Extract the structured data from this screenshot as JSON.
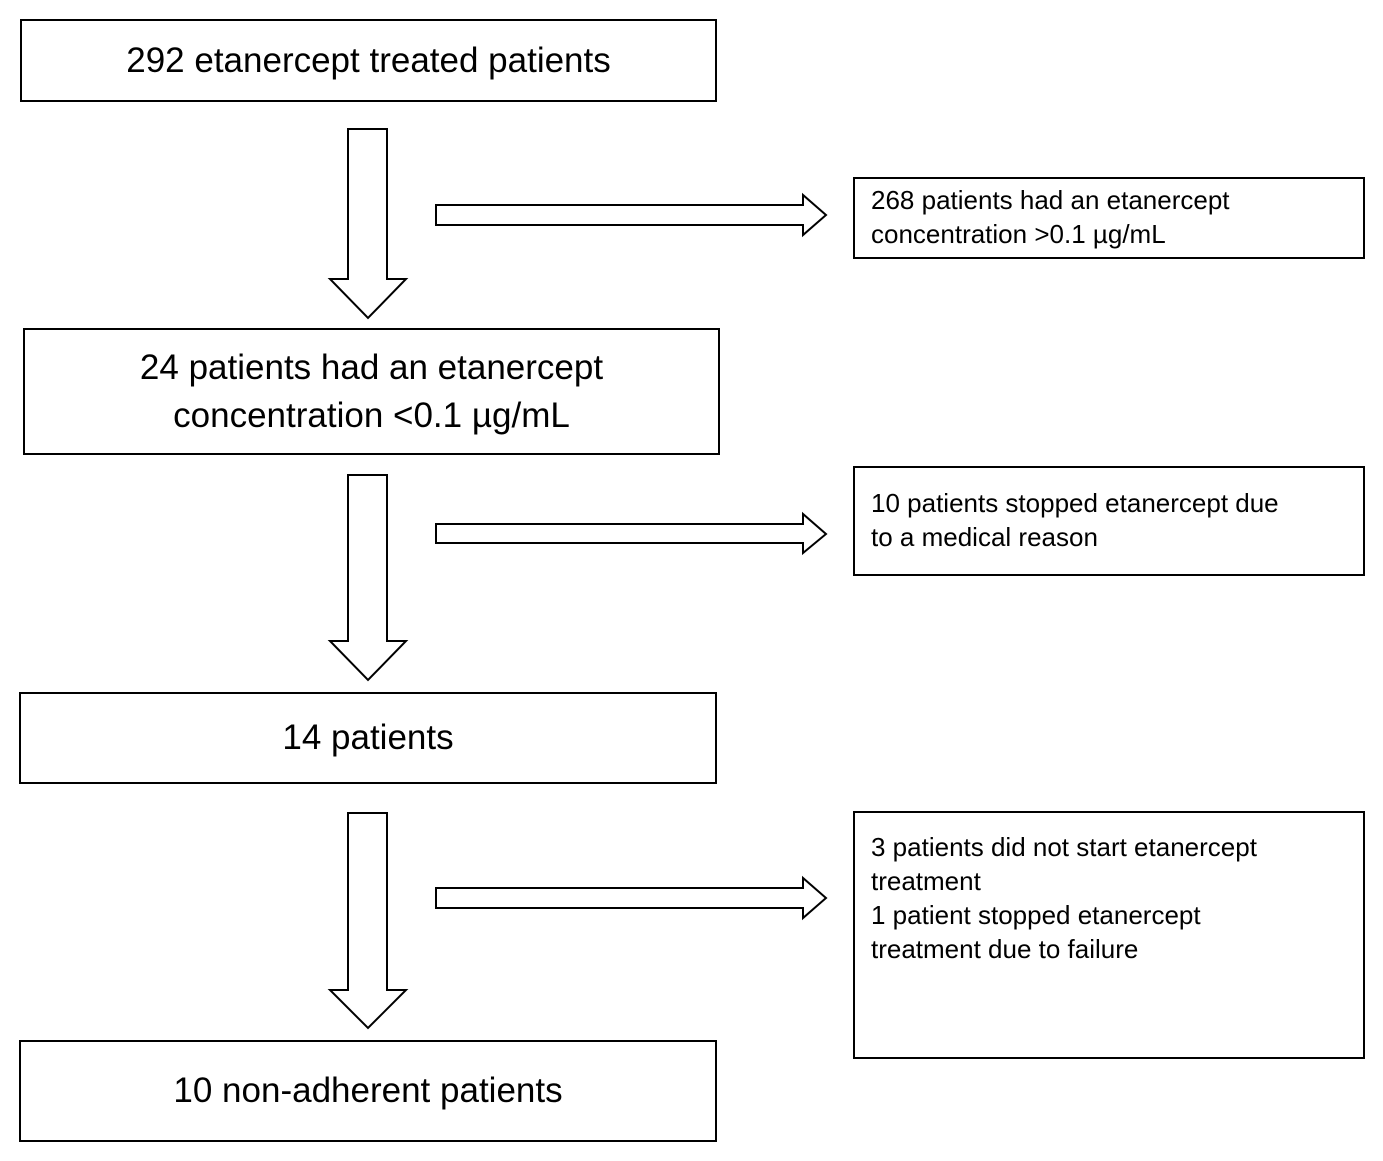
{
  "flow": {
    "step1": "292 etanercept treated patients",
    "step2": {
      "line1": "24 patients had an etanercept",
      "line2": "concentration <0.1 µg/mL"
    },
    "step3": "14 patients",
    "step4": "10 non-adherent patients"
  },
  "exclusions": {
    "excl1": {
      "line1": "268 patients had an etanercept",
      "line2": "concentration >0.1 µg/mL"
    },
    "excl2": {
      "line1": "10 patients stopped etanercept due",
      "line2": "to a medical reason"
    },
    "excl3": {
      "line1": "3 patients did not start etanercept",
      "line2": "treatment",
      "line3": "1 patient stopped etanercept",
      "line4": "treatment due to failure"
    }
  }
}
